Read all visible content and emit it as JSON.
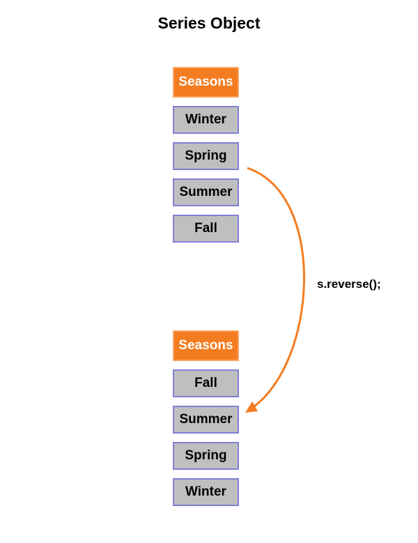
{
  "title": "Series Object",
  "before": {
    "header": "Seasons",
    "items": [
      "Winter",
      "Spring",
      "Summer",
      "Fall"
    ]
  },
  "after": {
    "header": "Seasons",
    "items": [
      "Fall",
      "Summer",
      "Spring",
      "Winter"
    ]
  },
  "operation": "s.reverse();",
  "colors": {
    "header_bg": "#F47C20",
    "item_bg": "#BFBFBF",
    "item_border": "#7F7FD6",
    "arrow": "#F47C20"
  }
}
